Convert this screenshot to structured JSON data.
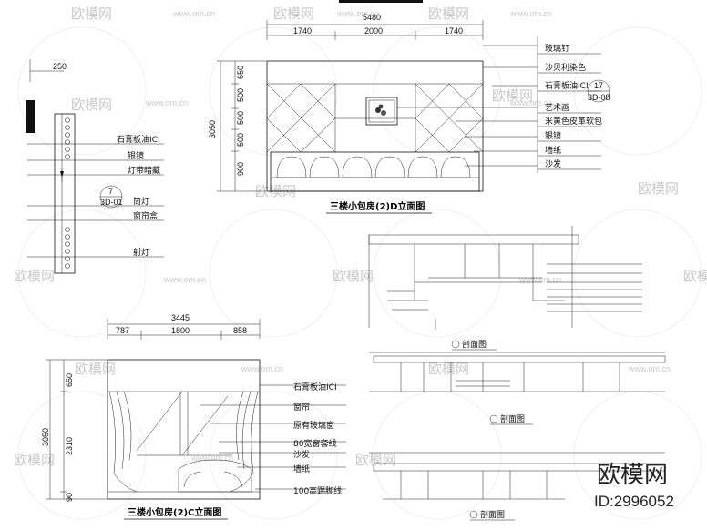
{
  "elevation_d": {
    "title": "三楼小包房(2)D立面图",
    "dims_top_total": "5480",
    "dims_top_parts": [
      "1740",
      "2000",
      "1740"
    ],
    "dims_left": [
      "650",
      "500",
      "500",
      "500",
      "900"
    ],
    "dim_height": "3050",
    "labels": [
      "玻璃钉",
      "沙贝利染色",
      "石膏板油ICI",
      "艺术画",
      "米黄色皮革软包",
      "银镜",
      "墙纸",
      "沙发"
    ],
    "ref_number": "17",
    "ref_code": "3D-08"
  },
  "elevation_left": {
    "dim_top": "250",
    "labels": [
      "石膏板油ICI",
      "银镜",
      "灯带暗藏",
      "筒灯",
      "窗帘盒",
      "射灯"
    ],
    "ref_number": "7",
    "ref_code": "3D-01"
  },
  "elevation_c": {
    "title": "三楼小包房(2)C立面图",
    "dims_top_total": "3445",
    "dims_top_parts": [
      "787",
      "1800",
      "858"
    ],
    "dims_left": [
      "650",
      "2310",
      "90"
    ],
    "dim_height": "3050",
    "labels": [
      "石膏板油ICI",
      "窗帘",
      "原有玻璃窗",
      "80宽窗套线",
      "沙发",
      "墙纸",
      "100高踢脚线"
    ]
  },
  "sections": {
    "section_title": "剖面图"
  },
  "watermark": {
    "brand": "欧模网",
    "id": "ID:2996052",
    "url": "www.om.cn"
  }
}
